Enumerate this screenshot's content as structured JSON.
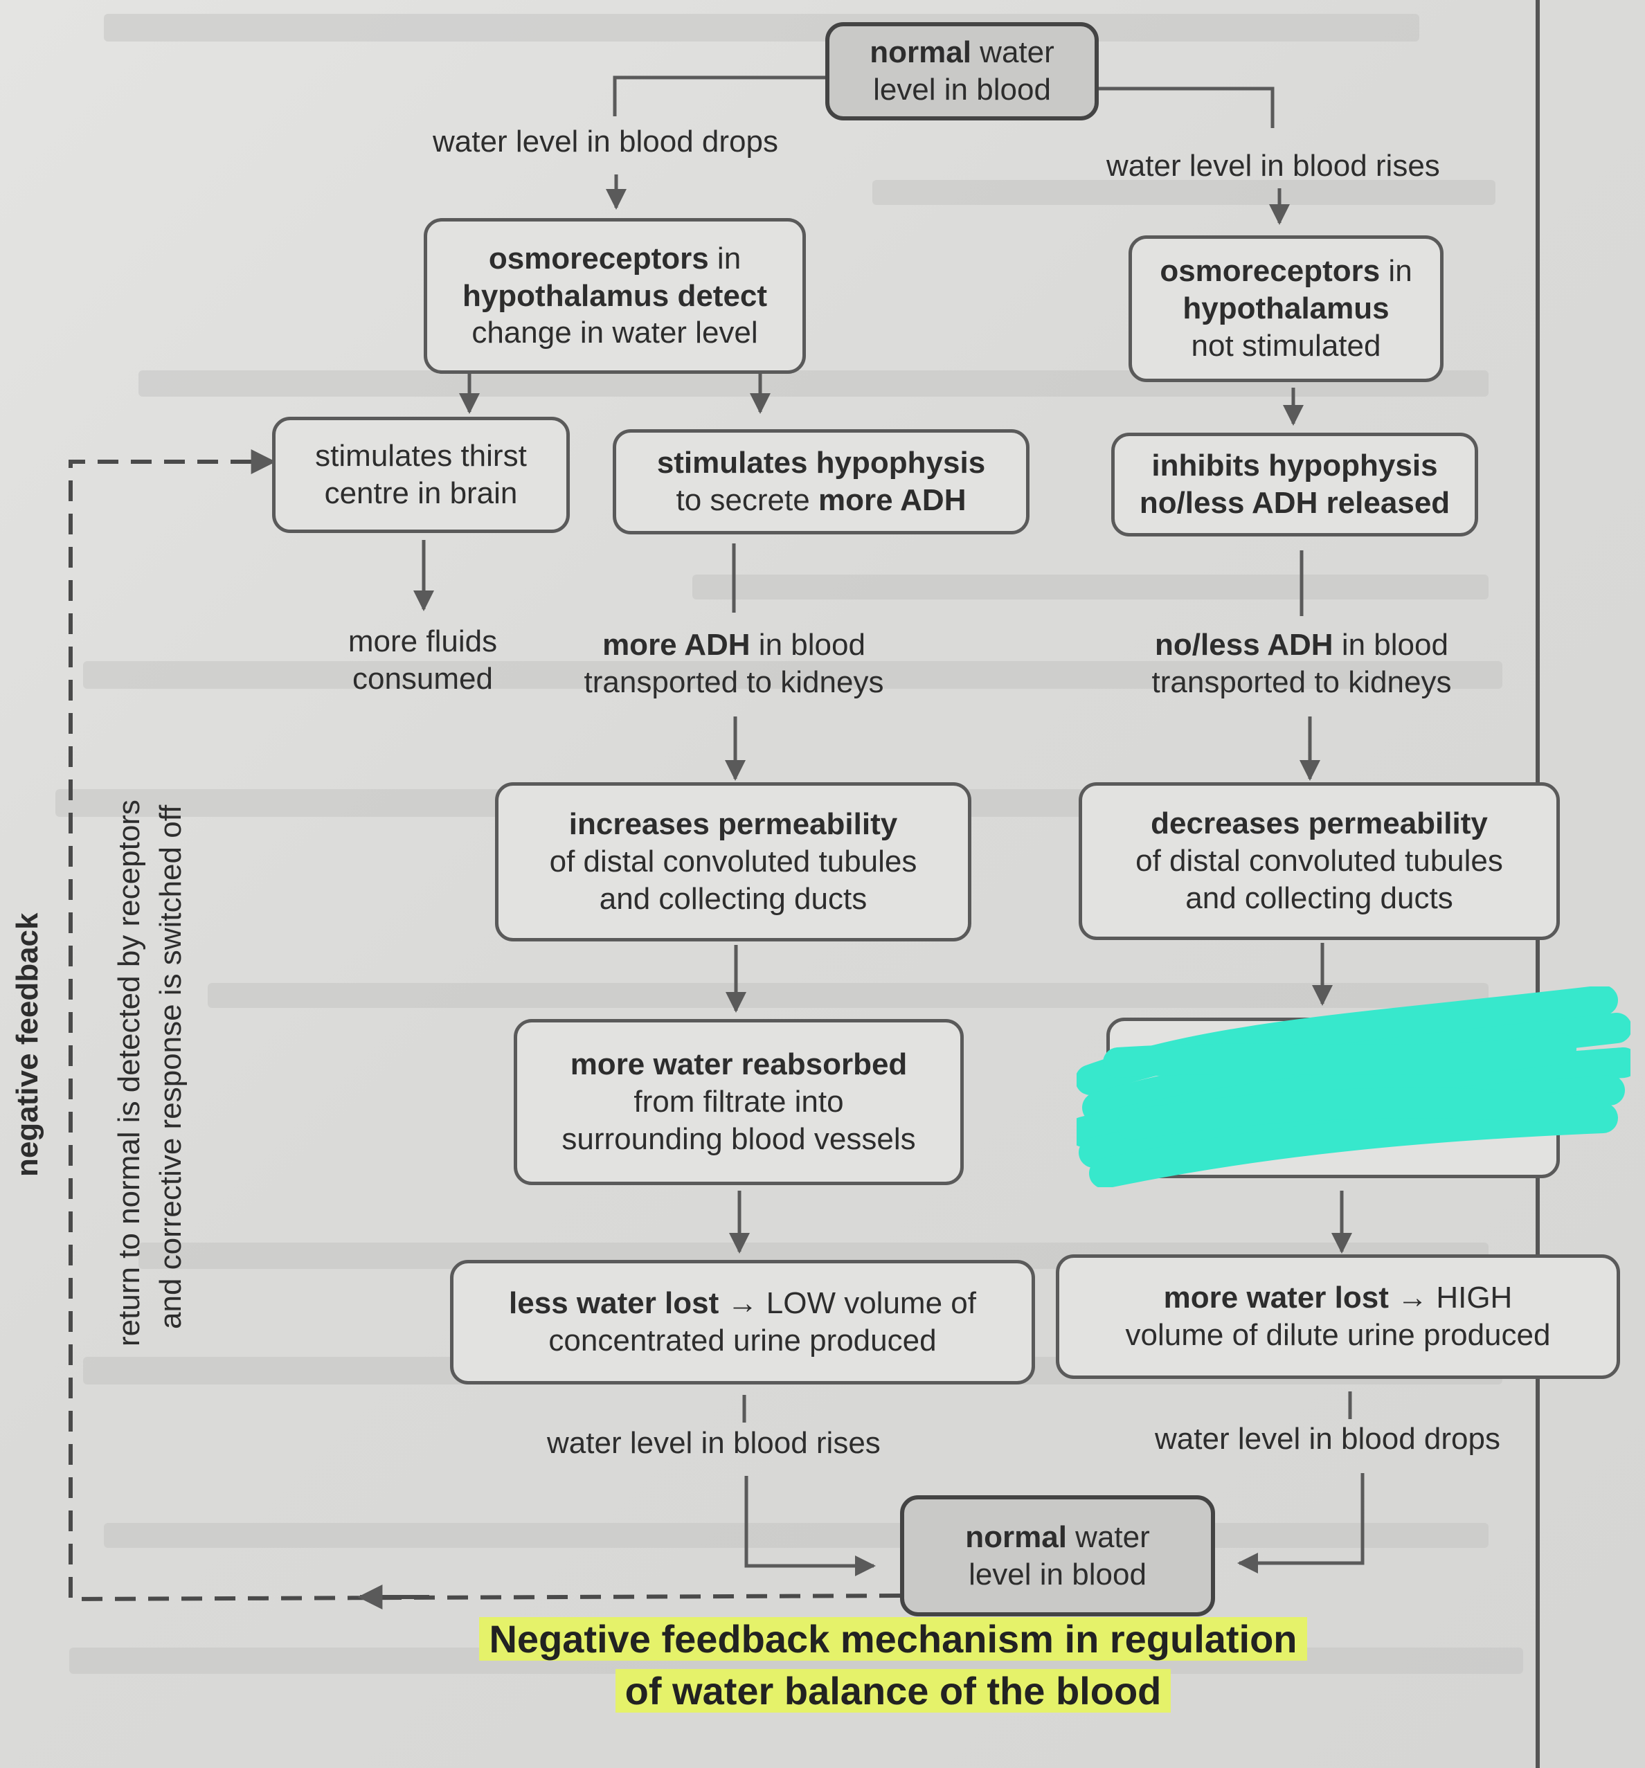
{
  "boxes": {
    "top_normal": {
      "bold": "normal",
      "text_after": " water",
      "line2": "level in blood"
    },
    "osmo_detect": {
      "l1_bold": "osmoreceptors",
      "l1_text": " in",
      "l2_bold": "hypothalamus detect",
      "l3": "change in water level"
    },
    "osmo_not": {
      "l1_bold": "osmoreceptors",
      "l1_text": " in",
      "l2_bold": "hypothalamus",
      "l3": "not stimulated"
    },
    "thirst": {
      "l1": "stimulates thirst",
      "l2": "centre in brain"
    },
    "stim_adh": {
      "l1_bold": "stimulates hypophysis",
      "l2_text": "to secrete ",
      "l2_bold": "more ADH"
    },
    "inhibit_adh": {
      "l1_bold": "inhibits hypophysis",
      "l2_bold": "no/less ADH released"
    },
    "inc_perm": {
      "l1_bold": "increases permeability",
      "l2": "of distal convoluted tubules",
      "l3": "and collecting ducts"
    },
    "dec_perm": {
      "l1_bold": "decreases permeability",
      "l2": "of distal convoluted tubules",
      "l3": "and collecting ducts"
    },
    "more_reabs": {
      "l1_bold": "more water reabsorbed",
      "l2": "from filtrate into",
      "l3": "surrounding blood vessels"
    },
    "less_lost": {
      "l1_bold": "less water lost",
      "l1_text": " → LOW volume of",
      "l2": "concentrated urine produced"
    },
    "more_lost": {
      "l1_bold": "more water lost",
      "l1_text": " → HIGH",
      "l2": "volume of dilute urine produced"
    },
    "bottom_normal": {
      "bold": "normal",
      "text_after": " water",
      "line2": "level in blood"
    }
  },
  "labels": {
    "drops_top": "water level in blood drops",
    "rises_top": "water level in blood rises",
    "fluids_l1": "more fluids",
    "fluids_l2": "consumed",
    "more_adh_bold": "more ADH",
    "more_adh_text": " in blood",
    "more_adh_l2": "transported to kidneys",
    "less_adh_bold": "no/less ADH",
    "less_adh_text": " in blood",
    "less_adh_l2": "transported to kidneys",
    "rises_bottom": "water level in blood rises",
    "drops_bottom": "water level in blood drops"
  },
  "side": {
    "negative_feedback": "negative feedback",
    "return_l1": "return to normal is detected by receptors",
    "return_l2": "and corrective response is switched off"
  },
  "caption": {
    "line1": "Negative feedback mechanism in regulation",
    "line2": "of water balance of the blood"
  },
  "colors": {
    "highlight": "#e5f26a",
    "scribble": "#37e8cc",
    "box_border": "#5a5a5a"
  }
}
